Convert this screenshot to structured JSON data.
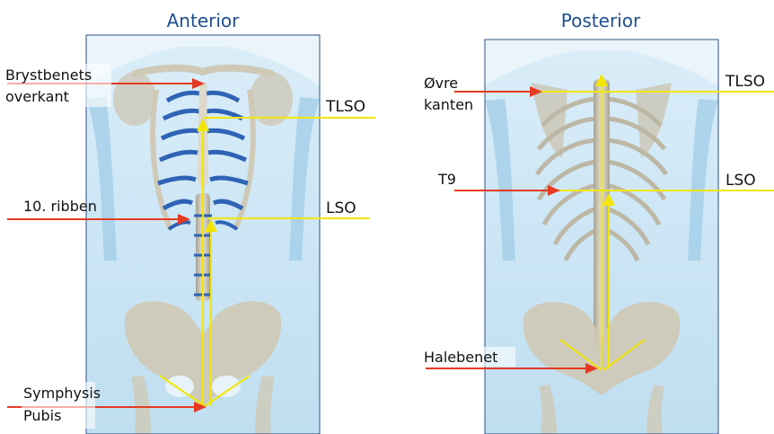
{
  "panels": {
    "anterior": {
      "title": "Anterior",
      "labels": {
        "sternum_line1": "Brystbenets",
        "sternum_line2": "overkant",
        "rib10": "10. ribben",
        "symphysis_line1": "Symphysis",
        "symphysis_line2": "Pubis"
      },
      "orthoses": {
        "tlso": "TLSO",
        "lso": "LSO"
      }
    },
    "posterior": {
      "title": "Posterior",
      "labels": {
        "upper_edge_line1": "Øvre",
        "upper_edge_line2": "kanten",
        "t9": "T9",
        "coccyx": "Halebenet"
      },
      "orthoses": {
        "tlso": "TLSO",
        "lso": "LSO"
      }
    }
  },
  "colors": {
    "title": "#1f4f8f",
    "frame": "#2d4f86",
    "measure_line": "#f2e600",
    "pointer_arrow": "#e53a24",
    "skin": "#bfe0f2",
    "bone": "#d7d2c2",
    "cartilage": "#2f63b5"
  }
}
